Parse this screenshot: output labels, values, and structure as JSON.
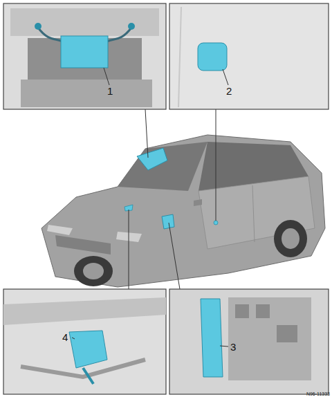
{
  "diagram": {
    "labels": [
      "1",
      "2",
      "4",
      "3",
      "N96-11333"
    ]
  }
}
